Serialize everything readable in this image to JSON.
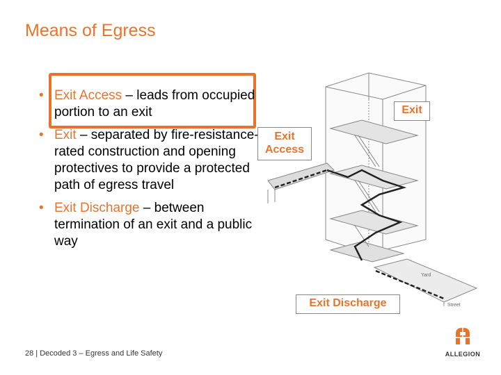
{
  "slide": {
    "title": "Means of Egress",
    "bullets": [
      {
        "term": "Exit Access",
        "text": " – leads from occupied portion to an exit"
      },
      {
        "term": "Exit",
        "text": " – separated by fire-resistance-rated construction and opening protectives to provide a protected path of egress travel"
      },
      {
        "term": "Exit Discharge",
        "text": " – between termination of an exit and a public way"
      }
    ],
    "bullet_glyph": "•"
  },
  "diagram": {
    "labels": {
      "exit": "Exit",
      "exit_access_line1": "Exit",
      "exit_access_line2": "Access",
      "exit_discharge": "Exit Discharge"
    },
    "small_labels": {
      "yard": "Yard",
      "street": "Street"
    }
  },
  "footer": {
    "text": "28 | Decoded 3 – Egress and Life Safety"
  },
  "logo": {
    "name": "ALLEGION",
    "icon": "allegion-logo-icon"
  },
  "colors": {
    "accent": "#e8742c"
  }
}
